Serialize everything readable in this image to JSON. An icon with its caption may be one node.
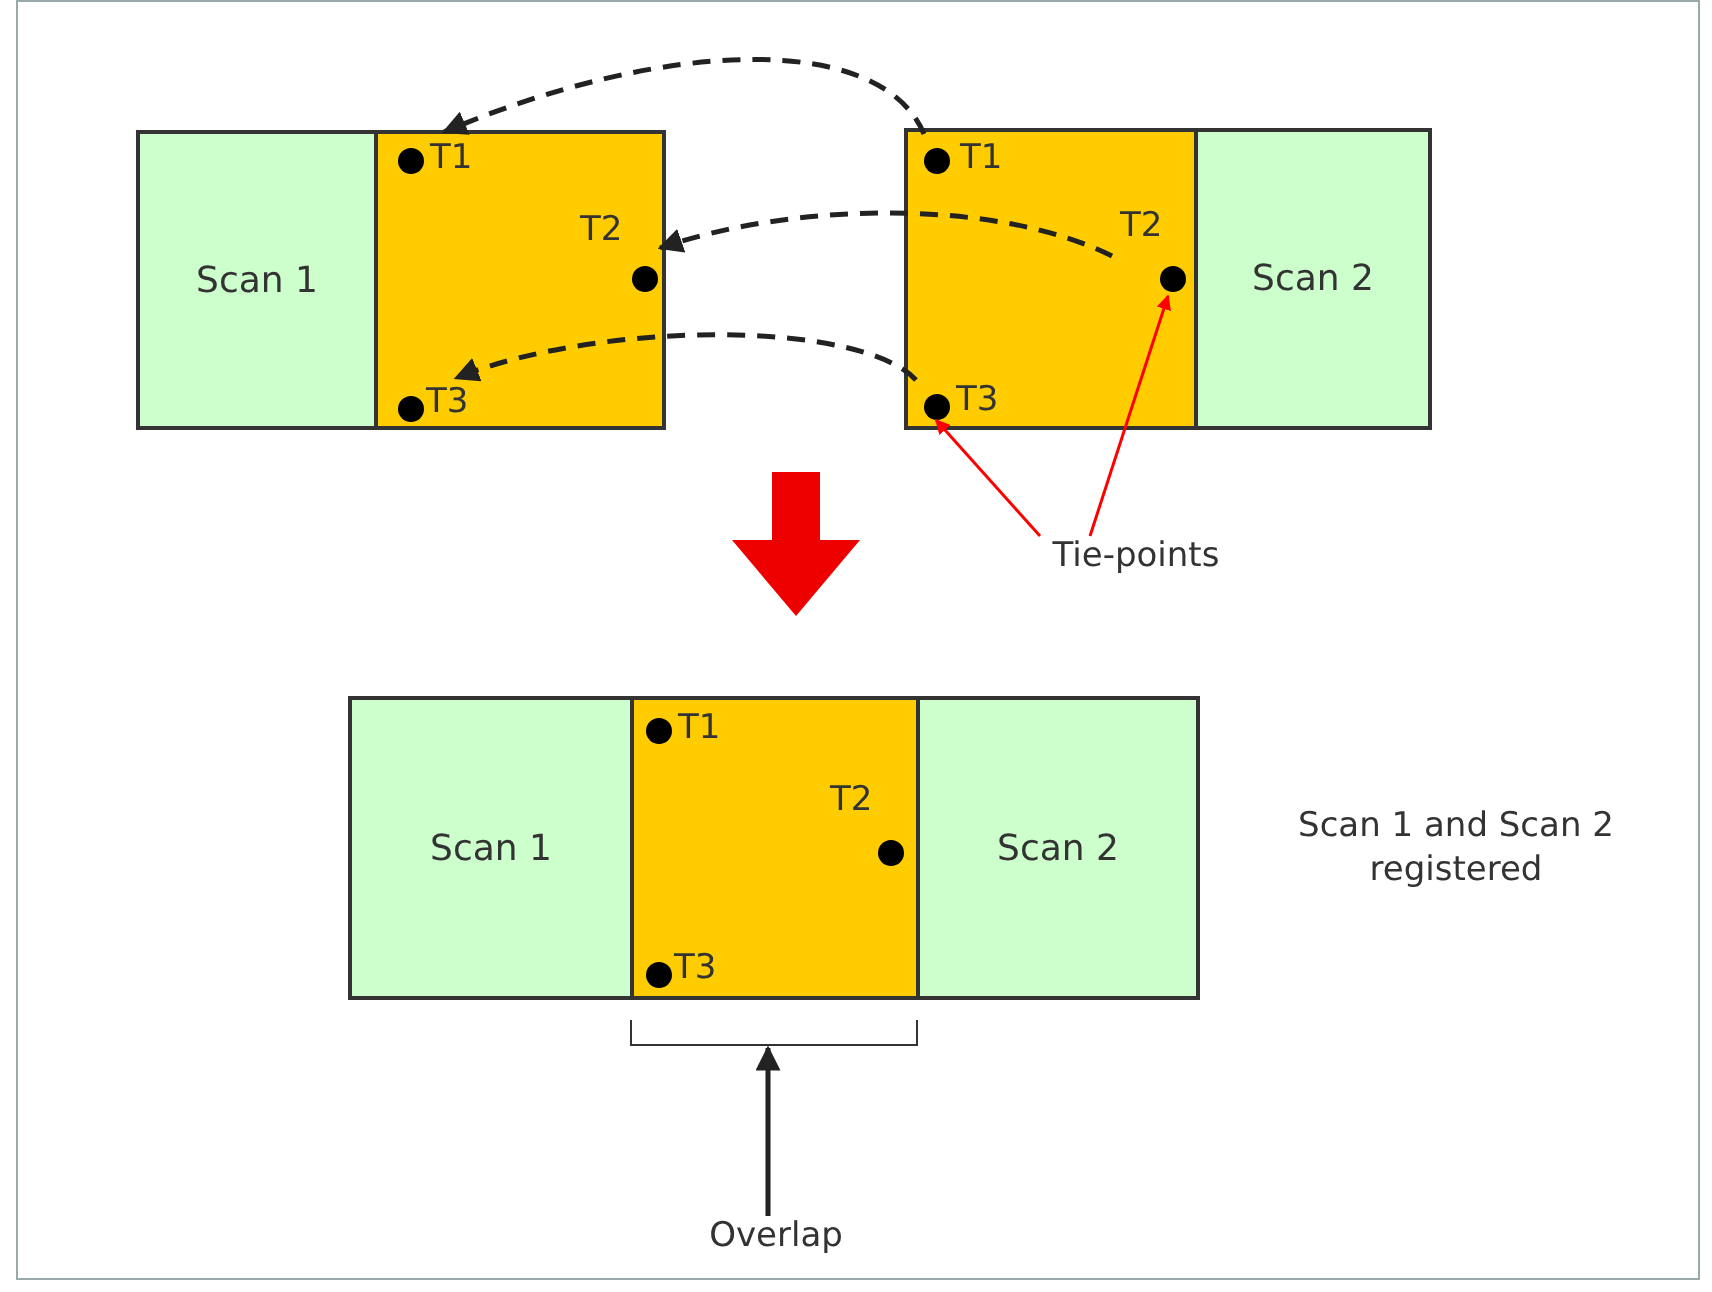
{
  "diagram": {
    "nodes": [
      {
        "text": [
          "Scan 1"
        ]
      },
      {
        "text": [],
        "shape": "box"
      },
      {
        "text": [
          "T1"
        ],
        "in": 1
      },
      {
        "text": [
          "T2"
        ],
        "in": 1
      },
      {
        "text": [
          "T3"
        ],
        "in": 1
      },
      {
        "text": [],
        "shape": "box"
      },
      {
        "text": [
          "T1"
        ],
        "in": 5
      },
      {
        "text": [
          "T2"
        ],
        "in": 5
      },
      {
        "text": [
          "T3"
        ],
        "in": 5
      },
      {
        "text": [
          "Scan 2"
        ]
      },
      {
        "text": [
          "Tie-points"
        ]
      },
      {
        "text": [
          "Scan 1"
        ]
      },
      {
        "text": [],
        "shape": "box"
      },
      {
        "text": [
          "T1"
        ],
        "in": 12
      },
      {
        "text": [
          "T2"
        ],
        "in": 12
      },
      {
        "text": [
          "T3"
        ],
        "in": 12
      },
      {
        "text": [
          "Scan 2"
        ]
      },
      {
        "text": [
          "Overlap"
        ]
      },
      {
        "text": [],
        "shape": "bracket"
      }
    ],
    "edges": [
      {
        "from": 6,
        "to": 2,
        "arrow": "to",
        "style": "dashed"
      },
      {
        "from": 7,
        "to": 3,
        "arrow": "to",
        "style": "dashed"
      },
      {
        "from": 8,
        "to": 4,
        "arrow": "to",
        "style": "dashed"
      },
      {
        "from": 10,
        "to": 8,
        "arrow": "to",
        "color": "#ff0000"
      },
      {
        "from": 10,
        "to": 7,
        "arrow": "to",
        "color": "#ff0000"
      },
      {
        "from": 17,
        "to": 18,
        "arrow": "to"
      }
    ],
    "labels": [
      "Scan 1 and Scan 2 registered"
    ]
  }
}
